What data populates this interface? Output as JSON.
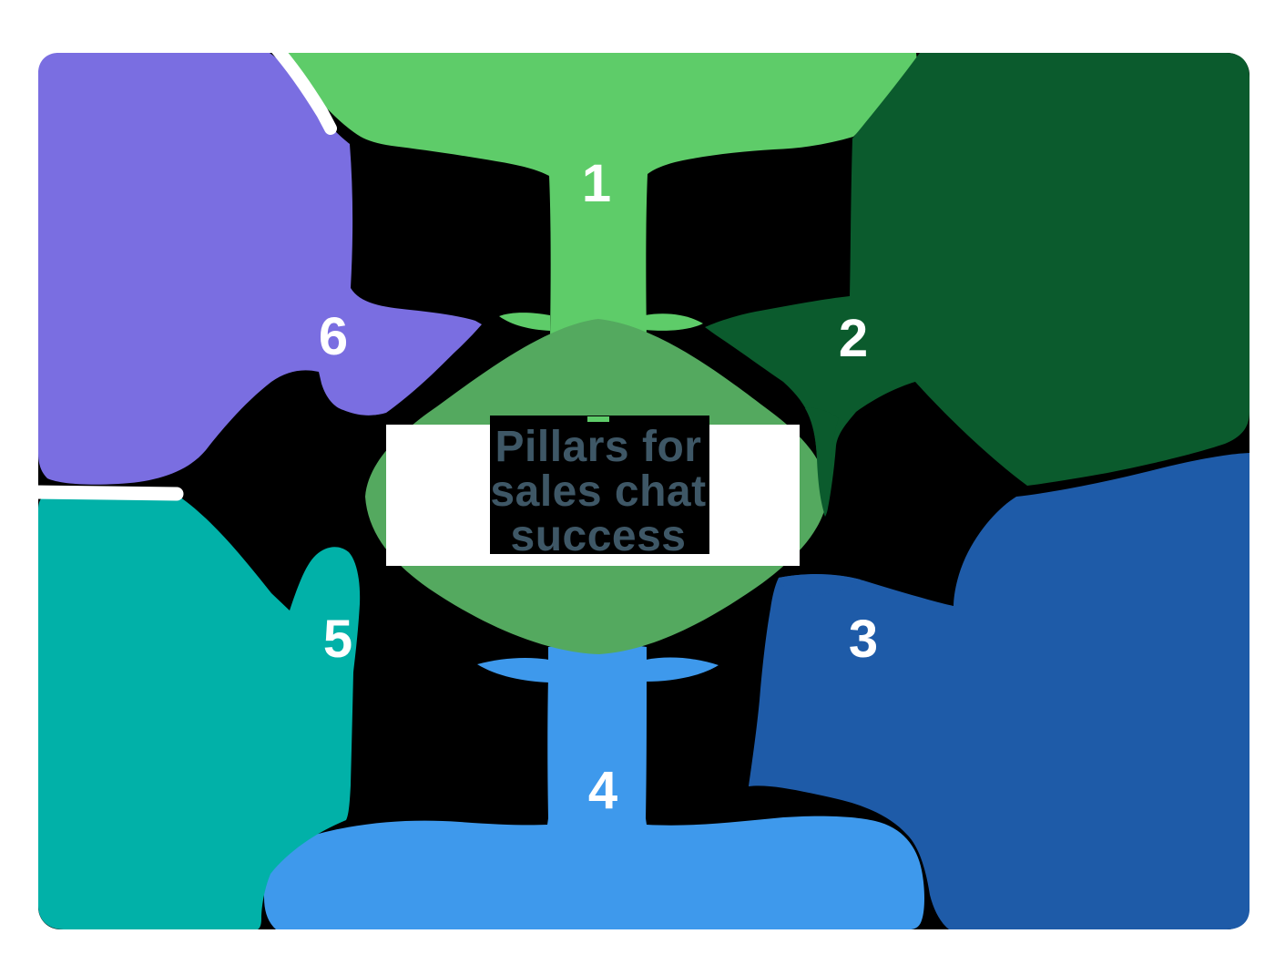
{
  "figure": {
    "type": "cycle-infographic",
    "title_lines": [
      "Pillars for",
      "sales chat",
      "success"
    ],
    "canvas": {
      "page_color": "#FFFFFF",
      "background_color": "#000000"
    },
    "center": {
      "blob_color": "#54A95F",
      "band_color": "#FFFFFF",
      "panel_color": "#000000",
      "dash_color": "#5ECC69",
      "text_color": "#3E5766"
    },
    "number_color": "#FFFFFF",
    "petals": [
      {
        "number": "1",
        "color": "#5ECC69",
        "position": "top"
      },
      {
        "number": "2",
        "color": "#0B5B2D",
        "position": "top-right"
      },
      {
        "number": "3",
        "color": "#1E5BA8",
        "position": "bottom-right"
      },
      {
        "number": "4",
        "color": "#3E99EC",
        "position": "bottom"
      },
      {
        "number": "5",
        "color": "#01B1A8",
        "position": "bottom-left"
      },
      {
        "number": "6",
        "color": "#7A6EE1",
        "position": "top-left"
      }
    ]
  }
}
